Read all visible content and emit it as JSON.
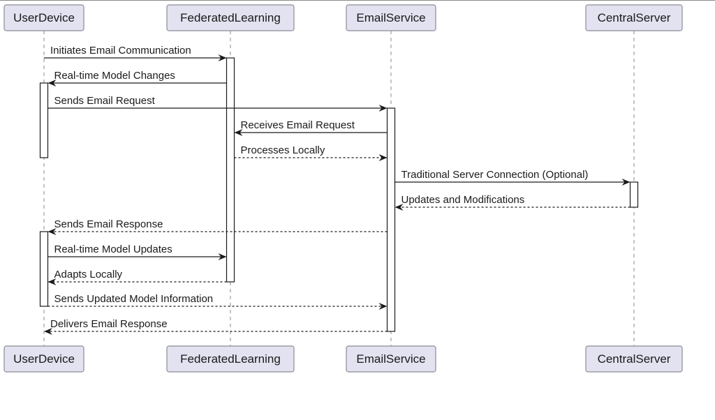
{
  "participants": [
    {
      "id": "user",
      "label": "UserDevice"
    },
    {
      "id": "fl",
      "label": "FederatedLearning"
    },
    {
      "id": "email",
      "label": "EmailService"
    },
    {
      "id": "central",
      "label": "CentralServer"
    }
  ],
  "messages": [
    {
      "from": "user",
      "to": "fl",
      "text": "Initiates Email Communication",
      "style": "solid"
    },
    {
      "from": "fl",
      "to": "user",
      "text": "Real-time Model Changes",
      "style": "solid"
    },
    {
      "from": "user",
      "to": "email",
      "text": "Sends Email Request",
      "style": "solid"
    },
    {
      "from": "email",
      "to": "fl",
      "text": "Receives Email Request",
      "style": "solid"
    },
    {
      "from": "fl",
      "to": "email",
      "text": "Processes Locally",
      "style": "dashed"
    },
    {
      "from": "email",
      "to": "central",
      "text": "Traditional Server Connection (Optional)",
      "style": "solid"
    },
    {
      "from": "central",
      "to": "email",
      "text": "Updates and Modifications",
      "style": "dashed"
    },
    {
      "from": "email",
      "to": "user",
      "text": "Sends Email Response",
      "style": "dashed"
    },
    {
      "from": "user",
      "to": "fl",
      "text": "Real-time Model Updates",
      "style": "solid"
    },
    {
      "from": "fl",
      "to": "user",
      "text": "Adapts Locally",
      "style": "dashed"
    },
    {
      "from": "user",
      "to": "email",
      "text": "Sends Updated Model Information",
      "style": "dashed"
    },
    {
      "from": "email",
      "to": "user",
      "text": "Delivers Email Response",
      "style": "dashed"
    }
  ],
  "colors": {
    "box_fill": "#e2e2f0",
    "box_stroke": "#8c8c98",
    "line": "#1a1a1a",
    "lifeline": "#8a8a8a",
    "activation_fill": "#ffffff"
  }
}
